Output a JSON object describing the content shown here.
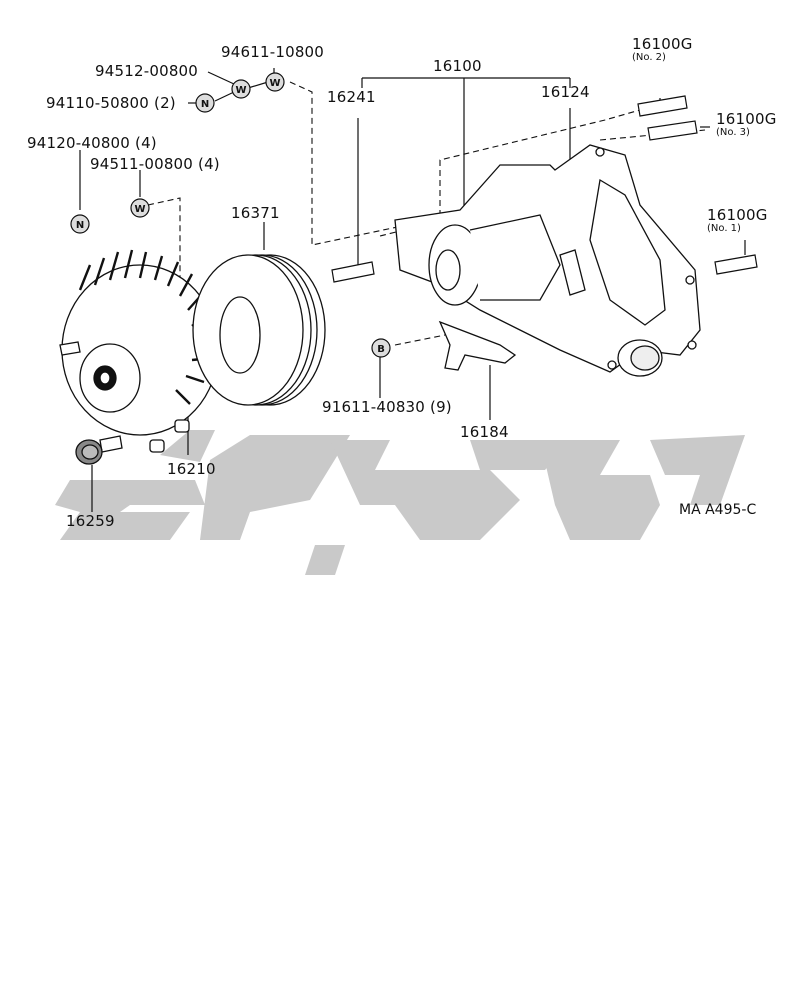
{
  "diagram_ref": "MA A495-C",
  "symbols": {
    "nut": "N",
    "washer": "W",
    "bolt": "B"
  },
  "parts": {
    "p94611": {
      "label": "94611-10800"
    },
    "p94512": {
      "label": "94512-00800"
    },
    "p94110": {
      "label": "94110-50800 (2)"
    },
    "p94120": {
      "label": "94120-40800 (4)"
    },
    "p94511": {
      "label": "94511-00800 (4)"
    },
    "p16100": {
      "label": "16100"
    },
    "p16241": {
      "label": "16241"
    },
    "p16124": {
      "label": "16124"
    },
    "p16100g_2": {
      "label": "16100G",
      "note": "(No. 2)"
    },
    "p16100g_3": {
      "label": "16100G",
      "note": "(No. 3)"
    },
    "p16100g_1": {
      "label": "16100G",
      "note": "(No. 1)"
    },
    "p16371": {
      "label": "16371"
    },
    "p91611": {
      "label": "91611-40830 (9)"
    },
    "p16184": {
      "label": "16184"
    },
    "p16210": {
      "label": "16210"
    },
    "p16259": {
      "label": "16259"
    }
  }
}
